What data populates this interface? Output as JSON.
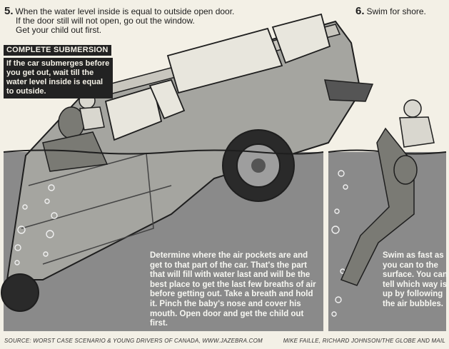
{
  "steps": {
    "five": {
      "number": "5.",
      "text_line1": "When the water level inside is equal to outside open door.",
      "text_line2": "If the door still will not open, go out the window.",
      "text_line3": "Get your child out first."
    },
    "six": {
      "number": "6.",
      "text": "Swim for shore."
    }
  },
  "submersion": {
    "heading": "COMPLETE SUBMERSION",
    "body": "If the car submerges before you get out, wait till the water level inside is equal to outside."
  },
  "tips": {
    "air_pockets": "Determine where the air pockets are and get to that part of the car. That's the part that will fill with water last and will be the best place to get the last few breaths of air before getting out. Take a breath and hold it. Pinch the baby's nose and cover his mouth. Open door and get the child out first.",
    "swim": "Swim as fast as you can to the surface. You can tell which way is up by following the air bubbles."
  },
  "credits": {
    "source": "SOURCE: WORST CASE SCENARIO & YOUNG DRIVERS OF CANADA, WWW.JAZEBRA.COM",
    "artists": "MIKE FAILLE, RICHARD JOHNSON/THE GLOBE AND MAIL"
  },
  "colors": {
    "paper": "#f3f0e6",
    "water": "#8a8a8a",
    "ink": "#1e1e1e"
  }
}
